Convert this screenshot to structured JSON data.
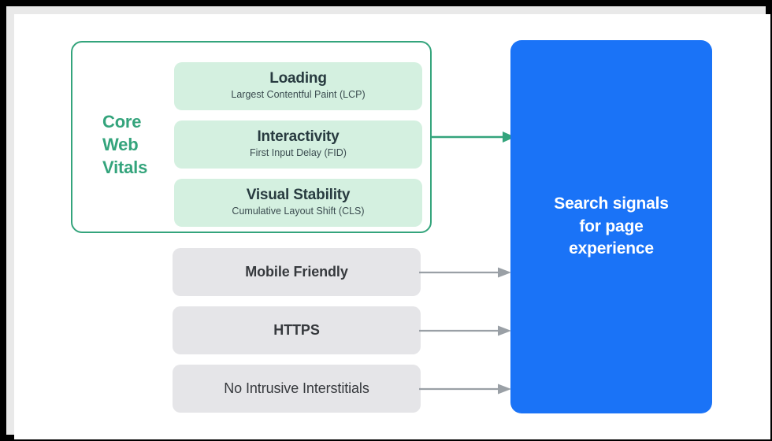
{
  "diagram": {
    "core_web_vitals": {
      "group_label": "Core\nWeb\nVitals",
      "accent_color": "#34a47c",
      "box_fill": "#d4f0e0",
      "metrics": [
        {
          "title": "Loading",
          "subtitle": "Largest Contentful Paint (LCP)"
        },
        {
          "title": "Interactivity",
          "subtitle": "First Input Delay (FID)"
        },
        {
          "title": "Visual Stability",
          "subtitle": "Cumulative Layout Shift (CLS)"
        }
      ]
    },
    "other_signals": {
      "box_fill": "#e5e5e8",
      "items": [
        {
          "label": "Mobile Friendly"
        },
        {
          "label": "HTTPS"
        },
        {
          "label": "No Intrusive Interstitials"
        }
      ]
    },
    "outcome": {
      "label": "Search signals\nfor page\nexperience",
      "fill_color": "#1a73f7",
      "text_color": "#ffffff"
    },
    "connectors": {
      "green_arrow_color": "#34a47c",
      "gray_arrow_color": "#9aa0a6"
    }
  }
}
